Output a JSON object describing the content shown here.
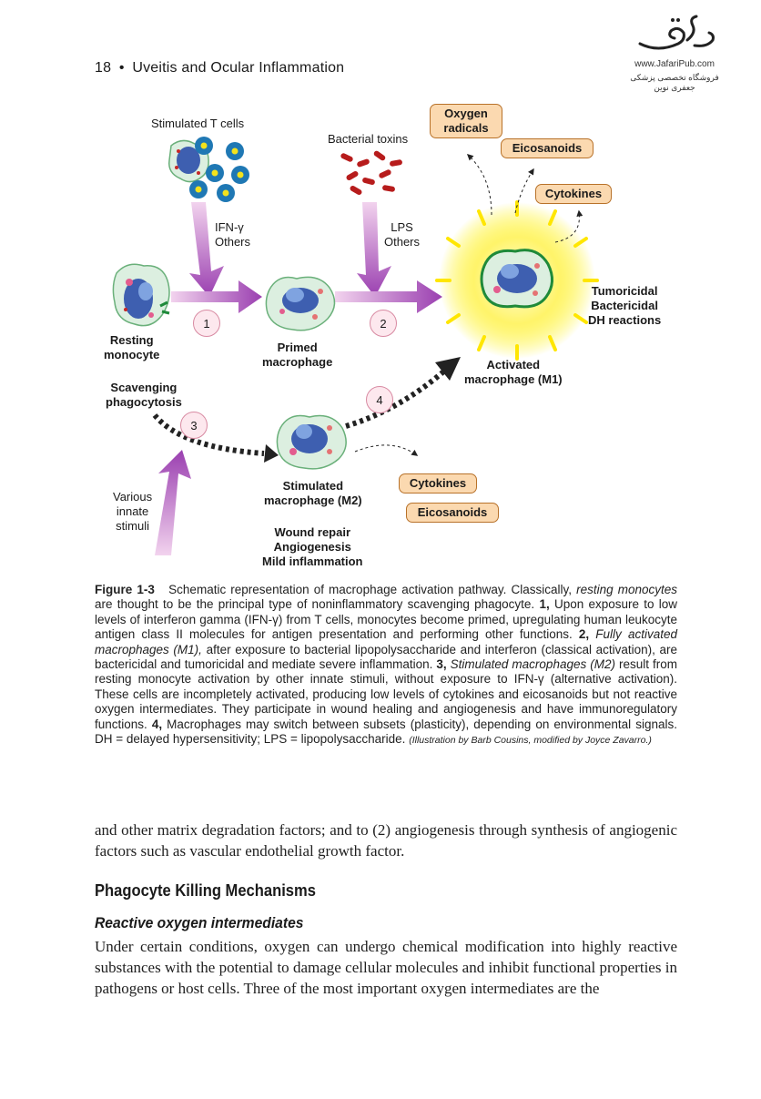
{
  "header": {
    "page_number": "18",
    "bullet": "•",
    "running_title": "Uveitis and Ocular Inflammation"
  },
  "logo": {
    "url": "www.JafariPub.com",
    "tagline": "فروشگاه تخصصی پزشکی جعفری نوین"
  },
  "figure": {
    "labels": {
      "stimulated_t_cells": "Stimulated T cells",
      "bacterial_toxins": "Bacterial toxins",
      "ifn_line1": "IFN-γ",
      "ifn_line2": "Others",
      "lps_line1": "LPS",
      "lps_line2": "Others",
      "resting_monocyte_line1": "Resting",
      "resting_monocyte_line2": "monocyte",
      "primed_line1": "Primed",
      "primed_line2": "macrophage",
      "activated_line1": "Activated",
      "activated_line2": "macrophage (M1)",
      "effects_line1": "Tumoricidal",
      "effects_line2": "Bactericidal",
      "effects_line3": "DH reactions",
      "scavenging_line1": "Scavenging",
      "scavenging_line2": "phagocytosis",
      "innate_line1": "Various",
      "innate_line2": "innate",
      "innate_line3": "stimuli",
      "stimulated_m2_line1": "Stimulated",
      "stimulated_m2_line2": "macrophage (M2)",
      "m2_effects_line1": "Wound repair",
      "m2_effects_line2": "Angiogenesis",
      "m2_effects_line3": "Mild inflammation"
    },
    "steps": [
      "1",
      "2",
      "3",
      "4"
    ],
    "boxes": {
      "oxygen_line1": "Oxygen",
      "oxygen_line2": "radicals",
      "eicosanoids_m1": "Eicosanoids",
      "cytokines_m1": "Cytokines",
      "cytokines_m2": "Cytokines",
      "eicosanoids_m2": "Eicosanoids"
    },
    "colors": {
      "arrow_purple": "#9a3fb0",
      "arrow_pink": "#e6b3df",
      "box_fill": "#fbd9b0",
      "box_border": "#b8722a",
      "glow_yellow": "#fff200",
      "cell_green": "#1f8a3a",
      "nucleus_blue": "#3e5fb0"
    }
  },
  "caption": {
    "label": "Figure 1-3",
    "p1": "Schematic representation of macrophage activation pathway. Classically,",
    "p1_italic": "resting monocytes",
    "p2": "are thought to be the principal type of noninflammatory scavenging phagocyte.",
    "n1": "1,",
    "p3": "Upon exposure to low levels of interferon gamma (IFN-γ) from T cells, monocytes become primed, upregulating human leukocyte antigen class II molecules for antigen presentation and performing other functions.",
    "n2": "2,",
    "p4_italic": "Fully activated macrophages (M1),",
    "p4": "after exposure to bacterial lipopolysaccharide and interferon (classical activation), are bactericidal and tumoricidal and mediate severe inflammation.",
    "n3": "3,",
    "p5_italic": "Stimulated macrophages (M2)",
    "p5": "result from resting monocyte activation by other innate stimuli, without exposure to IFN-γ (alternative activation). These cells are incompletely activated, producing low levels of cytokines and eicosanoids but not reactive oxygen intermediates. They participate in wound healing and angiogenesis and have immunoregulatory functions.",
    "n4": "4,",
    "p6": "Macrophages may switch between subsets (plasticity), depending on environmental signals. DH = delayed hypersensitivity; LPS = lipopolysaccharide.",
    "credit": "(Illustration by Barb Cousins, modified by Joyce Zavarro.)"
  },
  "body": {
    "para1": "and other matrix degradation factors; and to (2) angiogenesis through synthesis of angiogenic factors such as vascular endothelial growth factor.",
    "heading": "Phagocyte Killing Mechanisms",
    "subheading": "Reactive oxygen intermediates",
    "para2": "Under certain conditions, oxygen can undergo chemical modification into highly reactive substances with the potential to damage cellular molecules and inhibit functional properties in pathogens or host cells. Three of the most important oxygen intermediates are the"
  }
}
